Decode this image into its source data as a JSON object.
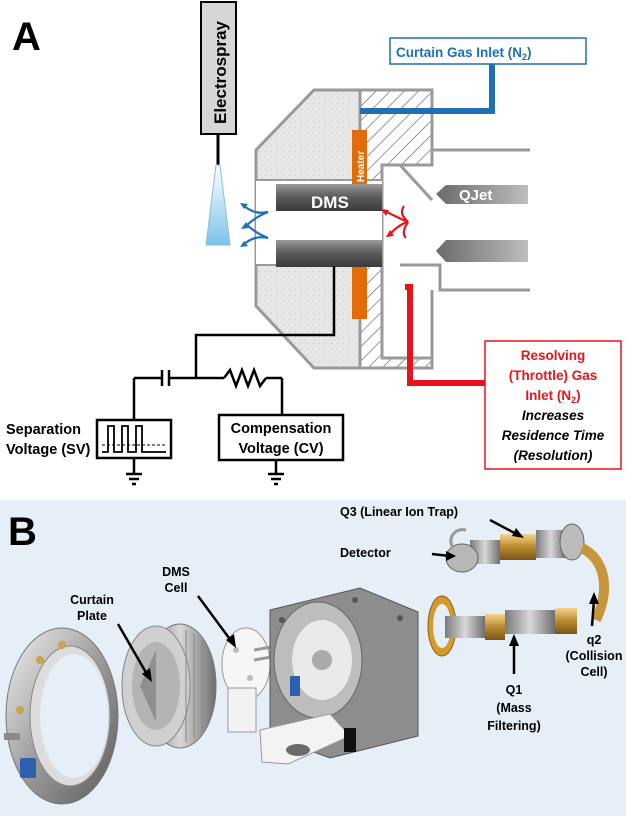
{
  "panel_a": {
    "letter": "A",
    "electrospray": "Electrospray",
    "curtain_gas": {
      "text": "Curtain Gas Inlet (N",
      "sub": "2",
      "close": ")"
    },
    "heater": "Heater",
    "dms": "DMS",
    "qjet": "QJet",
    "resolving_gas": {
      "line1": "Resolving",
      "line2": "(Throttle) Gas",
      "line3a": "Inlet (N",
      "line3sub": "2",
      "line3b": ")",
      "line4": "Increases",
      "line5": "Residence Time",
      "line6": "(Resolution)"
    },
    "separation_voltage": {
      "line1": "Separation",
      "line2": "Voltage (SV)"
    },
    "compensation_voltage": {
      "line1": "Compensation",
      "line2": "Voltage (CV)"
    }
  },
  "panel_b": {
    "letter": "B",
    "q3": "Q3 (Linear Ion Trap)",
    "detector": "Detector",
    "dms_cell": {
      "line1": "DMS",
      "line2": "Cell"
    },
    "curtain_plate": {
      "line1": "Curtain",
      "line2": "Plate"
    },
    "q2": {
      "line1": "q2",
      "line2": "(Collision",
      "line3": "Cell)"
    },
    "q1": {
      "line1": "Q1",
      "line2": "(Mass",
      "line3": "Filtering)"
    }
  },
  "colors": {
    "blue": "#1f6fb5",
    "red": "#e8131b",
    "orange": "#e36c0a",
    "panel_b_background": "#e6eef8"
  }
}
